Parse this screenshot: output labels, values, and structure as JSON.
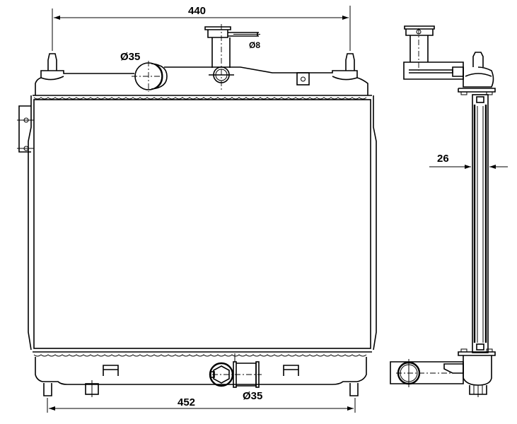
{
  "drawing": {
    "front_view": {
      "top_width_dimension": "440",
      "bottom_width_dimension": "452",
      "top_inlet_diameter": "Ø35",
      "vent_tube_diameter": "Ø8",
      "bottom_outlet_diameter": "Ø35"
    },
    "side_view": {
      "core_thickness_dimension": "26"
    }
  }
}
